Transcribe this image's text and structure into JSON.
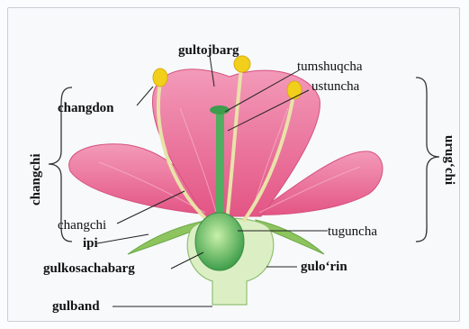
{
  "labels": {
    "gultojbarg": "gultojbarg",
    "tumshuqcha": "tumshuqcha",
    "ustuncha": "ustuncha",
    "changdon": "changdon",
    "changchi_side": "changchi",
    "changchi": "changchi",
    "ipi": "ipi",
    "gulkosachabarg": "gulkosachabarg",
    "gulband": "gulband",
    "tuguncha": "tuguncha",
    "gulorin": "gulo‘rin",
    "urugchi": "urug‘chi"
  },
  "colors": {
    "petal": "#e8658e",
    "petal_light": "#f08fb0",
    "anther": "#f3d11b",
    "filament": "#e8dfa6",
    "pistil": "#5bb56a",
    "sepal": "#9ccf6e",
    "receptacle": "#d9edbf"
  }
}
